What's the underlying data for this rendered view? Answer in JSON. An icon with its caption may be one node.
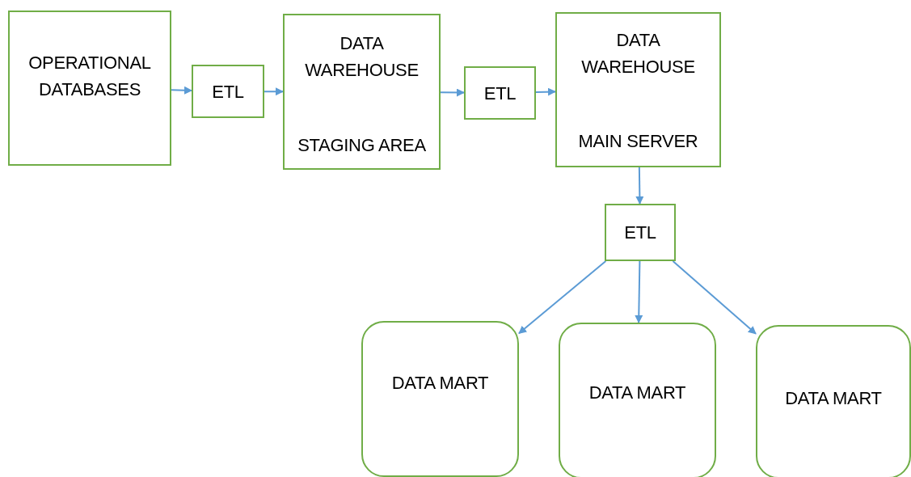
{
  "diagram": {
    "nodes": [
      {
        "text": [
          "OPERATIONAL DATABASES"
        ]
      },
      {
        "text": [
          "ETL"
        ]
      },
      {
        "text": [
          "DATA WAREHOUSE",
          "STAGING AREA"
        ]
      },
      {
        "text": [
          "ETL"
        ]
      },
      {
        "text": [
          "DATA WAREHOUSE",
          "MAIN SERVER"
        ]
      },
      {
        "text": [
          "ETL"
        ]
      },
      {
        "text": [
          "DATA MART"
        ]
      },
      {
        "text": [
          "DATA MART"
        ]
      },
      {
        "text": [
          "DATA MART"
        ]
      }
    ],
    "edges": [
      {
        "from": 0,
        "to": 1,
        "arrow": "to"
      },
      {
        "from": 1,
        "to": 2,
        "arrow": "to"
      },
      {
        "from": 2,
        "to": 3,
        "arrow": "to"
      },
      {
        "from": 3,
        "to": 4,
        "arrow": "to"
      },
      {
        "from": 4,
        "to": 5,
        "arrow": "to"
      },
      {
        "from": 5,
        "to": 6,
        "arrow": "to"
      },
      {
        "from": 5,
        "to": 7,
        "arrow": "to"
      },
      {
        "from": 5,
        "to": 8,
        "arrow": "to"
      }
    ]
  }
}
